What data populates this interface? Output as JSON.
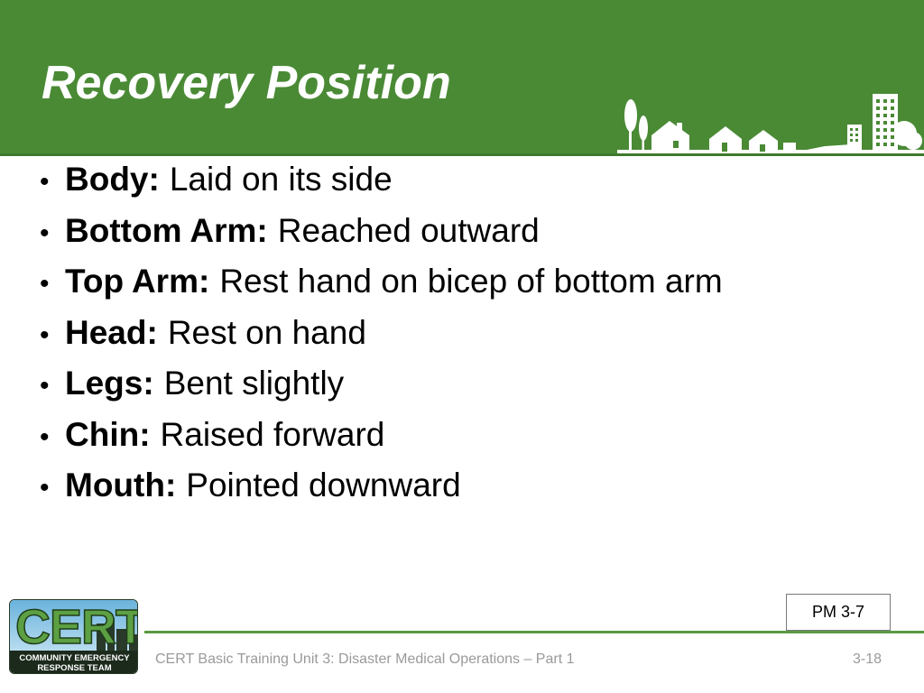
{
  "slide": {
    "title": "Recovery Position",
    "bullets": [
      {
        "key": "Body:",
        "text": "Laid on its side"
      },
      {
        "key": "Bottom Arm:",
        "text": "Reached outward"
      },
      {
        "key": "Top Arm:",
        "text": "Rest hand on bicep of bottom arm"
      },
      {
        "key": "Head:",
        "text": "Rest on hand"
      },
      {
        "key": "Legs:",
        "text": "Bent slightly"
      },
      {
        "key": "Chin:",
        "text": "Raised forward"
      },
      {
        "key": "Mouth:",
        "text": "Pointed downward"
      }
    ],
    "bullet_glyph": "•"
  },
  "reference_box": {
    "label": "PM 3-7"
  },
  "footer": {
    "text": "CERT Basic Training Unit 3: Disaster Medical Operations – Part 1",
    "page": "3-18"
  },
  "logo": {
    "word": "CERT",
    "line1": "COMMUNITY EMERGENCY",
    "line2": "RESPONSE TEAM"
  },
  "colors": {
    "header_green": "#4a8a35",
    "footer_rule": "#5a9a45",
    "logo_green": "#5ca043",
    "footer_text": "#9a9a9a"
  }
}
